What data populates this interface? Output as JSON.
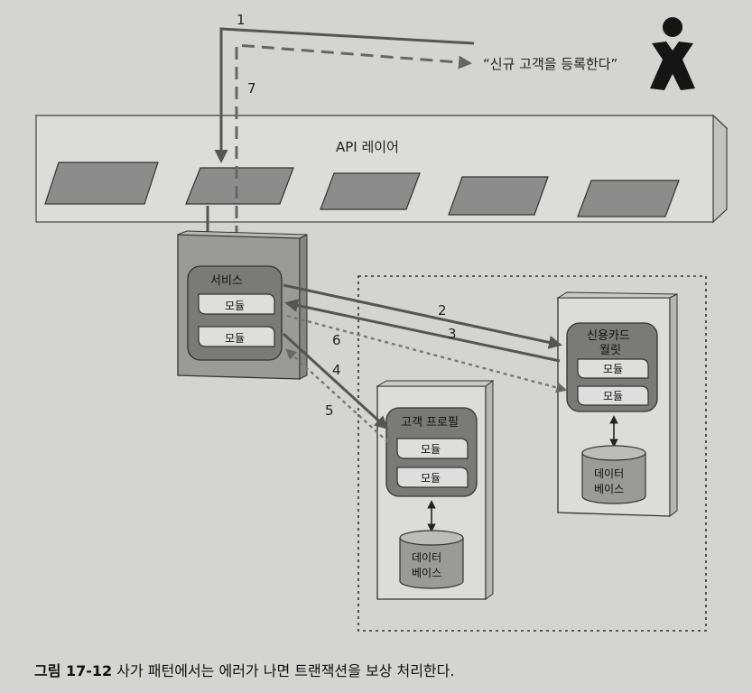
{
  "diagram": {
    "api_layer_label": "API 레이어",
    "quote": "“신규 고객을 등록한다”",
    "service": {
      "title": "서비스",
      "modules": [
        "모듈",
        "모듈"
      ]
    },
    "customer_profile": {
      "title": "고객 프로필",
      "modules": [
        "모듈",
        "모듈"
      ],
      "database": [
        "데이터",
        "베이스"
      ]
    },
    "credit_wallet": {
      "title": [
        "신용카드",
        "월릿"
      ],
      "modules": [
        "모듈",
        "모듈"
      ],
      "database": [
        "데이터",
        "베이스"
      ]
    },
    "step_labels": {
      "s1": "1",
      "s2": "2",
      "s3": "3",
      "s4": "4",
      "s5": "5",
      "s6": "6",
      "s7": "7"
    }
  },
  "caption": {
    "label": "그림 17-12",
    "text": " 사가 패턴에서는 에러가 나면 트랜잭션을 보상 처리한다."
  }
}
